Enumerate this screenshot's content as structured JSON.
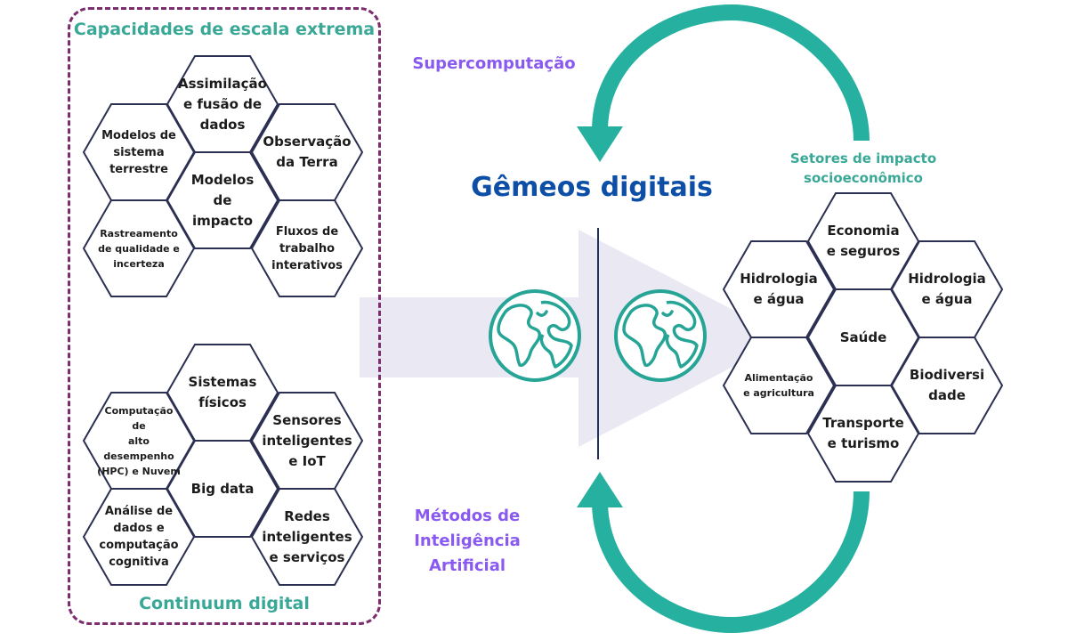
{
  "capacidades": {
    "title": "Capacidades de escala extrema",
    "hexagons": [
      "Assimilação\ne fusão de\ndados",
      "Modelos de\nsistema\nterrestre",
      "Observação\nda Terra",
      "Modelos\nde\nimpacto",
      "Rastreamento\nde qualidade e\nincerteza",
      "Fluxos de\ntrabalho\ninterativos"
    ]
  },
  "continuum": {
    "title": "Continuum digital",
    "hexagons": [
      "Sistemas\nfísicos",
      "Computação de\nalto desempenho\n(HPC) e Nuvem",
      "Sensores\ninteligentes\ne IoT",
      "Big data",
      "Análise de\ndados e\ncomputação\ncognitiva",
      "Redes\ninteligentes\ne serviços"
    ]
  },
  "center": {
    "title": "Gêmeos digitais",
    "top_label": "Supercomputação",
    "bottom_label": "Métodos de\nInteligência\nArtificial"
  },
  "setores": {
    "title": "Setores de impacto\nsocioeconômico",
    "hexagons": [
      "Economia\ne seguros",
      "Hidrologia\ne água",
      "Hidrologia\ne água",
      "Saúde",
      "Alimentação\ne agricultura",
      "Biodiversi\ndade",
      "Transporte\ne turismo"
    ]
  },
  "colors": {
    "teal": "#26b0a0",
    "panel_border": "#7b2d6e",
    "title_blue": "#0d4fa6",
    "purple_label": "#8a59f0",
    "arrow_band": "#e9e8f3"
  },
  "icons": [
    "globe-icon",
    "globe-icon",
    "cycle-arrow-top-icon",
    "cycle-arrow-bottom-icon"
  ]
}
